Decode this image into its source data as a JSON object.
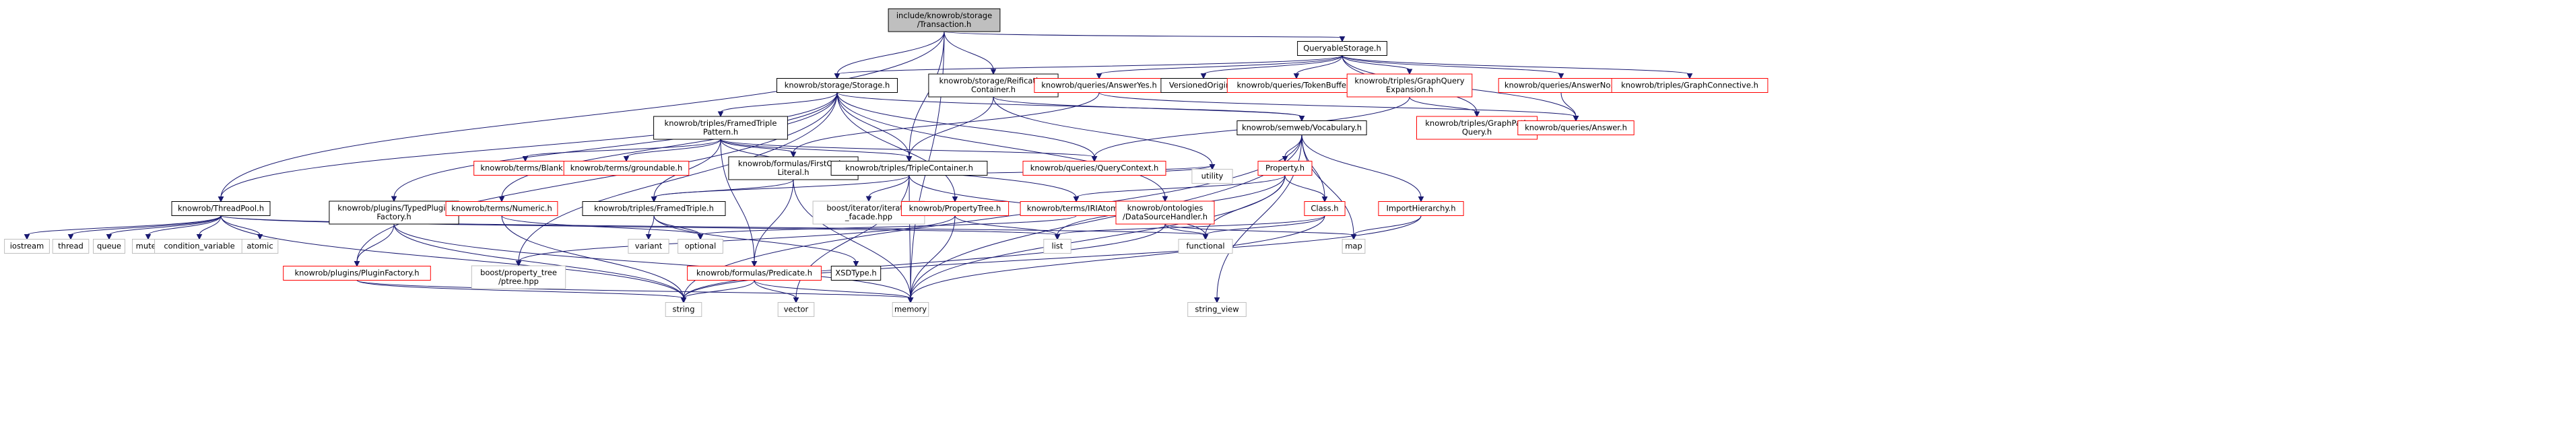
{
  "colors": {
    "edge": "#191970",
    "root_fill": "#bfbfbf",
    "root_border": "#000000",
    "normal_border": "#000000",
    "truncated_border": "#ff0000",
    "system_border": "#bfbfbf",
    "system_text": "#404040"
  },
  "graph": {
    "nodes": [
      {
        "id": "root",
        "lines": [
          "include/knowrob/storage",
          "/Transaction.h"
        ],
        "kind": "root"
      },
      {
        "id": "queryable",
        "lines": [
          "QueryableStorage.h"
        ],
        "kind": "normal"
      },
      {
        "id": "storage",
        "lines": [
          "knowrob/storage/Storage.h"
        ],
        "kind": "normal"
      },
      {
        "id": "reification",
        "lines": [
          "knowrob/storage/Reification",
          "Container.h"
        ],
        "kind": "normal"
      },
      {
        "id": "answeryes",
        "lines": [
          "knowrob/queries/AnswerYes.h"
        ],
        "kind": "truncated"
      },
      {
        "id": "versionedorigin",
        "lines": [
          "VersionedOrigin.h"
        ],
        "kind": "normal"
      },
      {
        "id": "tokenbuffer",
        "lines": [
          "knowrob/queries/TokenBuffer.h"
        ],
        "kind": "truncated"
      },
      {
        "id": "graphqueryexp",
        "lines": [
          "knowrob/triples/GraphQuery",
          "Expansion.h"
        ],
        "kind": "truncated"
      },
      {
        "id": "answerno",
        "lines": [
          "knowrob/queries/AnswerNo.h"
        ],
        "kind": "truncated"
      },
      {
        "id": "graphconnective",
        "lines": [
          "knowrob/triples/GraphConnective.h"
        ],
        "kind": "truncated"
      },
      {
        "id": "framedtriplepattern",
        "lines": [
          "knowrob/triples/FramedTriple",
          "Pattern.h"
        ],
        "kind": "normal"
      },
      {
        "id": "vocabulary",
        "lines": [
          "knowrob/semweb/Vocabulary.h"
        ],
        "kind": "normal"
      },
      {
        "id": "graphpathquery",
        "lines": [
          "knowrob/triples/GraphPath",
          "Query.h"
        ],
        "kind": "truncated"
      },
      {
        "id": "answer",
        "lines": [
          "knowrob/queries/Answer.h"
        ],
        "kind": "truncated"
      },
      {
        "id": "blank",
        "lines": [
          "knowrob/terms/Blank.h"
        ],
        "kind": "truncated"
      },
      {
        "id": "groundable",
        "lines": [
          "knowrob/terms/groundable.h"
        ],
        "kind": "truncated"
      },
      {
        "id": "firstorderliteral",
        "lines": [
          "knowrob/formulas/FirstOrder",
          "Literal.h"
        ],
        "kind": "normal"
      },
      {
        "id": "triplecontainer",
        "lines": [
          "knowrob/triples/TripleContainer.h"
        ],
        "kind": "normal"
      },
      {
        "id": "querycontext",
        "lines": [
          "knowrob/queries/QueryContext.h"
        ],
        "kind": "truncated"
      },
      {
        "id": "property",
        "lines": [
          "Property.h"
        ],
        "kind": "truncated"
      },
      {
        "id": "threadpool",
        "lines": [
          "knowrob/ThreadPool.h"
        ],
        "kind": "normal"
      },
      {
        "id": "typedplugin",
        "lines": [
          "knowrob/plugins/TypedPlugin",
          "Factory.h"
        ],
        "kind": "normal"
      },
      {
        "id": "numeric",
        "lines": [
          "knowrob/terms/Numeric.h"
        ],
        "kind": "truncated"
      },
      {
        "id": "framedtriple",
        "lines": [
          "knowrob/triples/FramedTriple.h"
        ],
        "kind": "normal"
      },
      {
        "id": "iteratorfacade",
        "lines": [
          "boost/iterator/iterator",
          "_facade.hpp"
        ],
        "kind": "system"
      },
      {
        "id": "propertytree",
        "lines": [
          "knowrob/PropertyTree.h"
        ],
        "kind": "truncated"
      },
      {
        "id": "iriatom",
        "lines": [
          "knowrob/terms/IRIAtom.h"
        ],
        "kind": "truncated"
      },
      {
        "id": "datasourcehandler",
        "lines": [
          "knowrob/ontologies",
          "/DataSourceHandler.h"
        ],
        "kind": "truncated"
      },
      {
        "id": "utility",
        "lines": [
          "utility"
        ],
        "kind": "system"
      },
      {
        "id": "classh",
        "lines": [
          "Class.h"
        ],
        "kind": "truncated"
      },
      {
        "id": "importhierarchy",
        "lines": [
          "ImportHierarchy.h"
        ],
        "kind": "truncated"
      },
      {
        "id": "iostream",
        "lines": [
          "iostream"
        ],
        "kind": "system"
      },
      {
        "id": "thread",
        "lines": [
          "thread"
        ],
        "kind": "system"
      },
      {
        "id": "queue",
        "lines": [
          "queue"
        ],
        "kind": "system"
      },
      {
        "id": "mutex",
        "lines": [
          "mutex"
        ],
        "kind": "system"
      },
      {
        "id": "condvar",
        "lines": [
          "condition_variable"
        ],
        "kind": "system"
      },
      {
        "id": "atomic",
        "lines": [
          "atomic"
        ],
        "kind": "system"
      },
      {
        "id": "pluginfactory",
        "lines": [
          "knowrob/plugins/PluginFactory.h"
        ],
        "kind": "truncated"
      },
      {
        "id": "ptree",
        "lines": [
          "boost/property_tree",
          "/ptree.hpp"
        ],
        "kind": "system"
      },
      {
        "id": "variant",
        "lines": [
          "variant"
        ],
        "kind": "system"
      },
      {
        "id": "optional",
        "lines": [
          "optional"
        ],
        "kind": "system"
      },
      {
        "id": "predicate",
        "lines": [
          "knowrob/formulas/Predicate.h"
        ],
        "kind": "truncated"
      },
      {
        "id": "xsdtype",
        "lines": [
          "XSDType.h"
        ],
        "kind": "normal"
      },
      {
        "id": "list",
        "lines": [
          "list"
        ],
        "kind": "system"
      },
      {
        "id": "functional",
        "lines": [
          "functional"
        ],
        "kind": "system"
      },
      {
        "id": "map",
        "lines": [
          "map"
        ],
        "kind": "system"
      },
      {
        "id": "string",
        "lines": [
          "string"
        ],
        "kind": "system"
      },
      {
        "id": "vector",
        "lines": [
          "vector"
        ],
        "kind": "system"
      },
      {
        "id": "memory",
        "lines": [
          "memory"
        ],
        "kind": "system"
      },
      {
        "id": "stringview",
        "lines": [
          "string_view"
        ],
        "kind": "system"
      }
    ],
    "edges": [
      [
        "root",
        "queryable"
      ],
      [
        "root",
        "storage"
      ],
      [
        "root",
        "reification"
      ],
      [
        "root",
        "triplecontainer"
      ],
      [
        "root",
        "threadpool"
      ],
      [
        "root",
        "memory"
      ],
      [
        "queryable",
        "storage"
      ],
      [
        "queryable",
        "answeryes"
      ],
      [
        "queryable",
        "versionedorigin"
      ],
      [
        "queryable",
        "tokenbuffer"
      ],
      [
        "queryable",
        "graphqueryexp"
      ],
      [
        "queryable",
        "answerno"
      ],
      [
        "queryable",
        "graphconnective"
      ],
      [
        "queryable",
        "graphpathquery"
      ],
      [
        "queryable",
        "answer"
      ],
      [
        "storage",
        "framedtriplepattern"
      ],
      [
        "storage",
        "vocabulary"
      ],
      [
        "storage",
        "triplecontainer"
      ],
      [
        "storage",
        "threadpool"
      ],
      [
        "storage",
        "typedplugin"
      ],
      [
        "storage",
        "pluginfactory"
      ],
      [
        "storage",
        "ptree"
      ],
      [
        "storage",
        "numeric"
      ],
      [
        "storage",
        "propertytree"
      ],
      [
        "storage",
        "datasourcehandler"
      ],
      [
        "storage",
        "querycontext"
      ],
      [
        "reification",
        "triplecontainer"
      ],
      [
        "reification",
        "vocabulary"
      ],
      [
        "reification",
        "utility"
      ],
      [
        "answeryes",
        "answer"
      ],
      [
        "answeryes",
        "firstorderliteral"
      ],
      [
        "graphqueryexp",
        "graphpathquery"
      ],
      [
        "graphqueryexp",
        "querycontext"
      ],
      [
        "answerno",
        "answer"
      ],
      [
        "framedtriplepattern",
        "blank"
      ],
      [
        "framedtriplepattern",
        "groundable"
      ],
      [
        "framedtriplepattern",
        "firstorderliteral"
      ],
      [
        "framedtriplepattern",
        "triplecontainer"
      ],
      [
        "framedtriplepattern",
        "querycontext"
      ],
      [
        "framedtriplepattern",
        "framedtriple"
      ],
      [
        "framedtriplepattern",
        "iriatom"
      ],
      [
        "framedtriplepattern",
        "predicate"
      ],
      [
        "vocabulary",
        "property"
      ],
      [
        "vocabulary",
        "classh"
      ],
      [
        "vocabulary",
        "importhierarchy"
      ],
      [
        "vocabulary",
        "map"
      ],
      [
        "vocabulary",
        "string"
      ],
      [
        "vocabulary",
        "memory"
      ],
      [
        "vocabulary",
        "stringview"
      ],
      [
        "firstorderliteral",
        "predicate"
      ],
      [
        "firstorderliteral",
        "framedtriple"
      ],
      [
        "firstorderliteral",
        "memory"
      ],
      [
        "triplecontainer",
        "framedtriple"
      ],
      [
        "triplecontainer",
        "iteratorfacade"
      ],
      [
        "triplecontainer",
        "memory"
      ],
      [
        "triplecontainer",
        "vector"
      ],
      [
        "triplecontainer",
        "utility"
      ],
      [
        "triplecontainer",
        "functional"
      ],
      [
        "querycontext",
        "utility"
      ],
      [
        "property",
        "iriatom"
      ],
      [
        "property",
        "classh"
      ],
      [
        "property",
        "list"
      ],
      [
        "property",
        "functional"
      ],
      [
        "property",
        "memory"
      ],
      [
        "threadpool",
        "iostream"
      ],
      [
        "threadpool",
        "thread"
      ],
      [
        "threadpool",
        "queue"
      ],
      [
        "threadpool",
        "mutex"
      ],
      [
        "threadpool",
        "condvar"
      ],
      [
        "threadpool",
        "atomic"
      ],
      [
        "threadpool",
        "functional"
      ],
      [
        "threadpool",
        "list"
      ],
      [
        "threadpool",
        "string"
      ],
      [
        "typedplugin",
        "pluginfactory"
      ],
      [
        "typedplugin",
        "memory"
      ],
      [
        "typedplugin",
        "string"
      ],
      [
        "numeric",
        "optional"
      ],
      [
        "numeric",
        "string"
      ],
      [
        "framedtriple",
        "variant"
      ],
      [
        "framedtriple",
        "optional"
      ],
      [
        "framedtriple",
        "xsdtype"
      ],
      [
        "propertytree",
        "ptree"
      ],
      [
        "propertytree",
        "list"
      ],
      [
        "propertytree",
        "memory"
      ],
      [
        "iriatom",
        "optional"
      ],
      [
        "datasourcehandler",
        "map"
      ],
      [
        "datasourcehandler",
        "functional"
      ],
      [
        "datasourcehandler",
        "string"
      ],
      [
        "classh",
        "list"
      ],
      [
        "classh",
        "functional"
      ],
      [
        "classh",
        "memory"
      ],
      [
        "importhierarchy",
        "map"
      ],
      [
        "importhierarchy",
        "string"
      ],
      [
        "pluginfactory",
        "memory"
      ],
      [
        "pluginfactory",
        "string"
      ],
      [
        "predicate",
        "string"
      ],
      [
        "predicate",
        "vector"
      ],
      [
        "predicate",
        "memory"
      ],
      [
        "xsdtype",
        "string_view_placeholder"
      ]
    ]
  }
}
